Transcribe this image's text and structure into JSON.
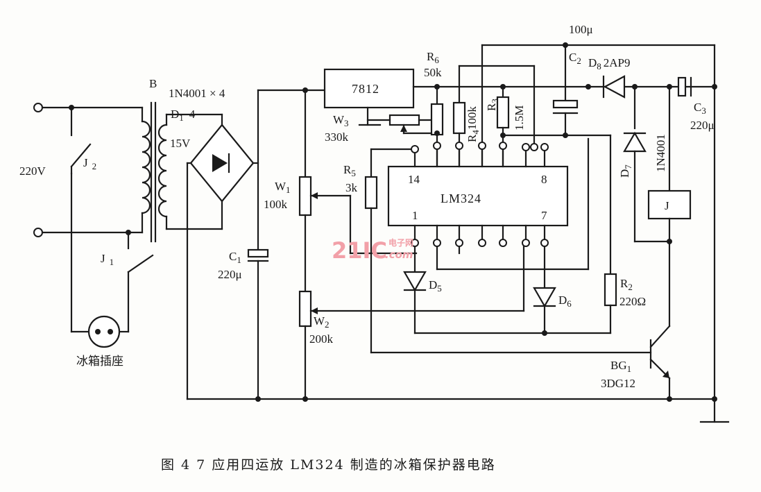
{
  "transformer": {
    "label": "B",
    "secondary": "15V"
  },
  "bridge": {
    "part": "1N4001 × 4",
    "name": "D",
    "sub": "1",
    "suffix": "4"
  },
  "mains": {
    "voltage": "220V"
  },
  "relay_contacts": {
    "j2": "J",
    "j2_sub": "2",
    "j1": "J",
    "j1_sub": "1"
  },
  "socket": {
    "label": "冰箱插座"
  },
  "regulator": {
    "part": "7812"
  },
  "c1": {
    "name": "C",
    "sub": "1",
    "value": "220μ"
  },
  "w1": {
    "name": "W",
    "sub": "1",
    "value": "100k"
  },
  "w2": {
    "name": "W",
    "sub": "2",
    "value": "200k"
  },
  "w3": {
    "name": "W",
    "sub": "3",
    "value": "330k"
  },
  "r5": {
    "name": "R",
    "sub": "5",
    "value": "3k"
  },
  "r6": {
    "name": "R",
    "sub": "6",
    "value": "50k"
  },
  "r4": {
    "name": "R",
    "sub": "4",
    "value": "100k"
  },
  "r3": {
    "name": "R",
    "sub": "3",
    "value": "1.5M"
  },
  "r2": {
    "name": "R",
    "sub": "2",
    "value": "220Ω"
  },
  "c2": {
    "name": "C",
    "sub": "2",
    "value": "100μ"
  },
  "d8": {
    "name": "D",
    "sub": "8",
    "part": "2AP9"
  },
  "c3": {
    "name": "C",
    "sub": "3",
    "value": "220μ"
  },
  "d7": {
    "name": "D",
    "sub": "7",
    "part": "1N4001"
  },
  "relay": {
    "label": "J"
  },
  "opamp": {
    "part": "LM324",
    "pin14": "14",
    "pin8": "8",
    "pin1": "1",
    "pin7": "7"
  },
  "d5": {
    "name": "D",
    "sub": "5"
  },
  "d6": {
    "name": "D",
    "sub": "6"
  },
  "bg1": {
    "name": "BG",
    "sub": "1",
    "part": "3DG12"
  },
  "watermark": {
    "main": "21IC",
    "top": "电子网",
    "bottom": ".com"
  },
  "caption": "图 4 7   应用四运放 LM324 制造的冰箱保护器电路"
}
